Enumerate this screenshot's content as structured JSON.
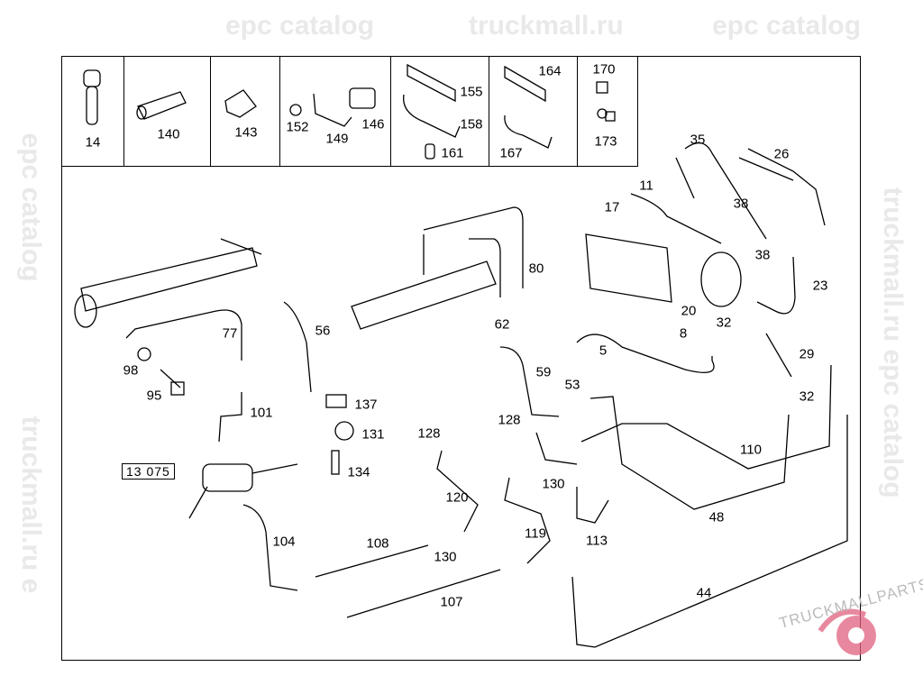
{
  "reference_box": "13 075",
  "parts_row_labels": [
    "14",
    "140",
    "143",
    "152",
    "149",
    "146",
    "155",
    "158",
    "161",
    "164",
    "167",
    "170",
    "173"
  ],
  "diagram_labels": [
    "35",
    "26",
    "11",
    "17",
    "38",
    "38",
    "23",
    "80",
    "56",
    "77",
    "62",
    "20",
    "32",
    "5",
    "8",
    "29",
    "98",
    "95",
    "59",
    "53",
    "32",
    "101",
    "137",
    "128",
    "128",
    "131",
    "110",
    "134",
    "130",
    "120",
    "48",
    "104",
    "108",
    "113",
    "119",
    "130",
    "44",
    "107"
  ],
  "watermarks": [
    "epc catalog",
    "truckmall.ru",
    "epc catalog",
    "truckmall.ru epc catalog",
    "epc catalog",
    "truckmall.ru e"
  ],
  "logo": {
    "text": "TRUCKMALLPARTS",
    "color": "#e0607e",
    "icon": "gear-icon"
  }
}
